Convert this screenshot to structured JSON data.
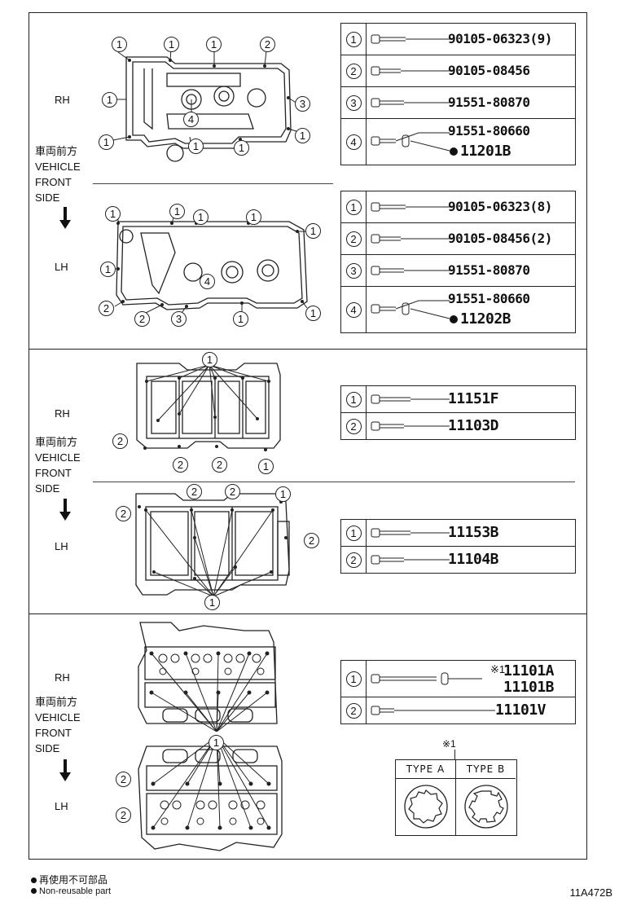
{
  "sections": [
    {
      "id": "head-cover",
      "rh_label": "RH",
      "lh_label": "LH",
      "direction_jp": "車両前方",
      "direction_en": [
        "VEHICLE",
        "FRONT",
        "SIDE"
      ],
      "rh_parts": [
        {
          "num": "1",
          "part": "90105-06323(9)"
        },
        {
          "num": "2",
          "part": "90105-08456"
        },
        {
          "num": "3",
          "part": "91551-80870"
        },
        {
          "num": "4",
          "part": "91551-80660",
          "extra": "11201B"
        }
      ],
      "lh_parts": [
        {
          "num": "1",
          "part": "90105-06323(8)"
        },
        {
          "num": "2",
          "part": "90105-08456(2)"
        },
        {
          "num": "3",
          "part": "91551-80870"
        },
        {
          "num": "4",
          "part": "91551-80660",
          "extra": "11202B"
        }
      ]
    },
    {
      "id": "camshaft-housing",
      "rh_label": "RH",
      "lh_label": "LH",
      "direction_jp": "車両前方",
      "direction_en": [
        "VEHICLE",
        "FRONT",
        "SIDE"
      ],
      "rh_parts": [
        {
          "num": "1",
          "part": "11151F"
        },
        {
          "num": "2",
          "part": "11103D"
        }
      ],
      "lh_parts": [
        {
          "num": "1",
          "part": "11153B"
        },
        {
          "num": "2",
          "part": "11104B"
        }
      ]
    },
    {
      "id": "cylinder-head",
      "rh_label": "RH",
      "lh_label": "LH",
      "direction_jp": "車両前方",
      "direction_en": [
        "VEHICLE",
        "FRONT",
        "SIDE"
      ],
      "parts": [
        {
          "num": "1",
          "mark": "※1",
          "part": "11101A",
          "part2": "11101B"
        },
        {
          "num": "2",
          "part": "11101V"
        }
      ],
      "type_note": "※1",
      "type_a": "TYPE A",
      "type_b": "TYPE B"
    }
  ],
  "footer": {
    "legend_jp": "再使用不可部品",
    "legend_en": "Non-reusable part",
    "diagram_id": "11A472B"
  }
}
